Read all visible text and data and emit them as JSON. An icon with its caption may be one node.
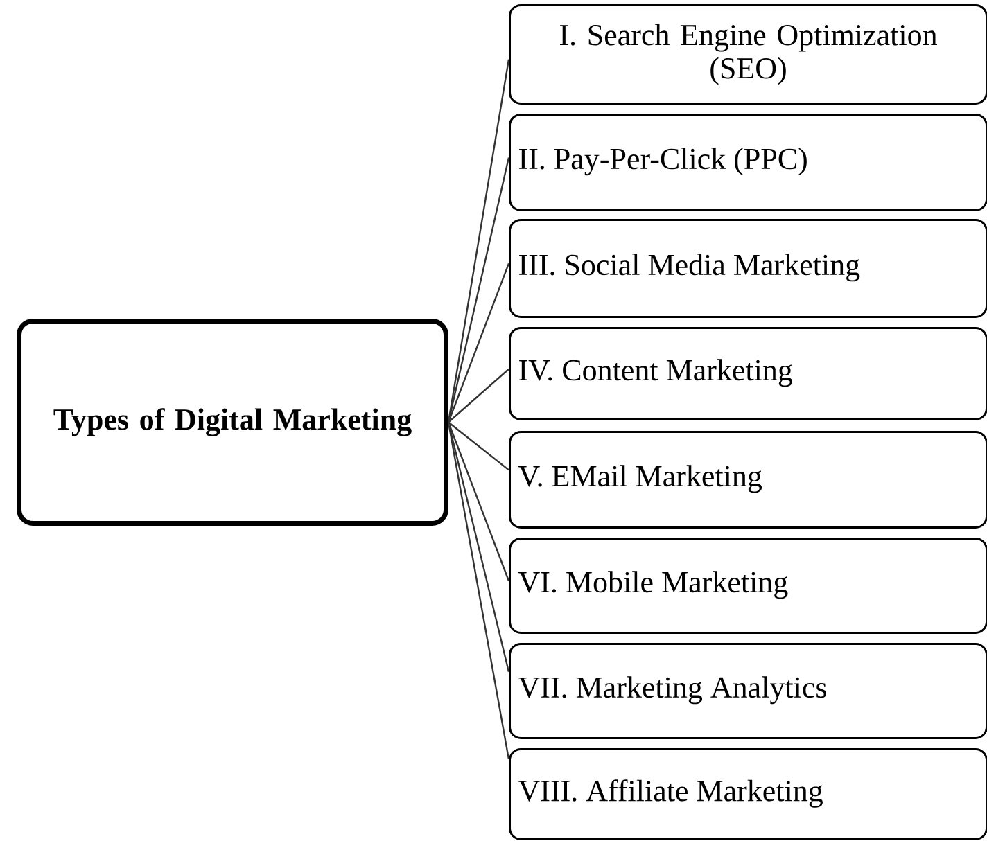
{
  "diagram": {
    "nodes": [
      {
        "text": [
          "Types of Digital Marketing"
        ]
      },
      {
        "text": [
          "I. Search Engine Optimization (SEO)"
        ]
      },
      {
        "text": [
          "II. Pay-Per-Click (PPC)"
        ]
      },
      {
        "text": [
          "III. Social Media Marketing"
        ]
      },
      {
        "text": [
          "IV. Content Marketing"
        ]
      },
      {
        "text": [
          "V. EMail Marketing"
        ]
      },
      {
        "text": [
          "VI. Mobile Marketing"
        ]
      },
      {
        "text": [
          "VII. Marketing Analytics"
        ]
      },
      {
        "text": [
          "VIII. Affiliate Marketing"
        ]
      }
    ],
    "edges": [
      {
        "from": 0,
        "to": 1,
        "arrow": "none"
      },
      {
        "from": 0,
        "to": 2,
        "arrow": "none"
      },
      {
        "from": 0,
        "to": 3,
        "arrow": "none"
      },
      {
        "from": 0,
        "to": 4,
        "arrow": "none"
      },
      {
        "from": 0,
        "to": 5,
        "arrow": "none"
      },
      {
        "from": 0,
        "to": 6,
        "arrow": "none"
      },
      {
        "from": 0,
        "to": 7,
        "arrow": "none"
      },
      {
        "from": 0,
        "to": 8,
        "arrow": "none"
      }
    ]
  }
}
